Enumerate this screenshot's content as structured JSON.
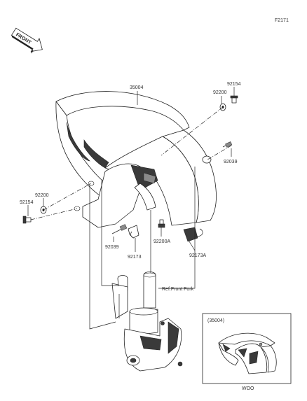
{
  "diagram_code": "F2171",
  "front_badge": "FRONT",
  "inset": {
    "title": "(35004)",
    "caption": "WOO"
  },
  "callouts": [
    {
      "id": "c-35004",
      "text": "35004"
    },
    {
      "id": "c-92154-r",
      "text": "92154"
    },
    {
      "id": "c-92200-r",
      "text": "92200"
    },
    {
      "id": "c-92039-r",
      "text": "92039"
    },
    {
      "id": "c-92200-l",
      "text": "92200"
    },
    {
      "id": "c-92154-l",
      "text": "92154"
    },
    {
      "id": "c-92039-l",
      "text": "92039"
    },
    {
      "id": "c-92173",
      "text": "92173"
    },
    {
      "id": "c-92200a",
      "text": "92200A"
    },
    {
      "id": "c-92173a",
      "text": "92173A"
    },
    {
      "id": "c-ref",
      "text": "Ref.Front Fork"
    }
  ]
}
